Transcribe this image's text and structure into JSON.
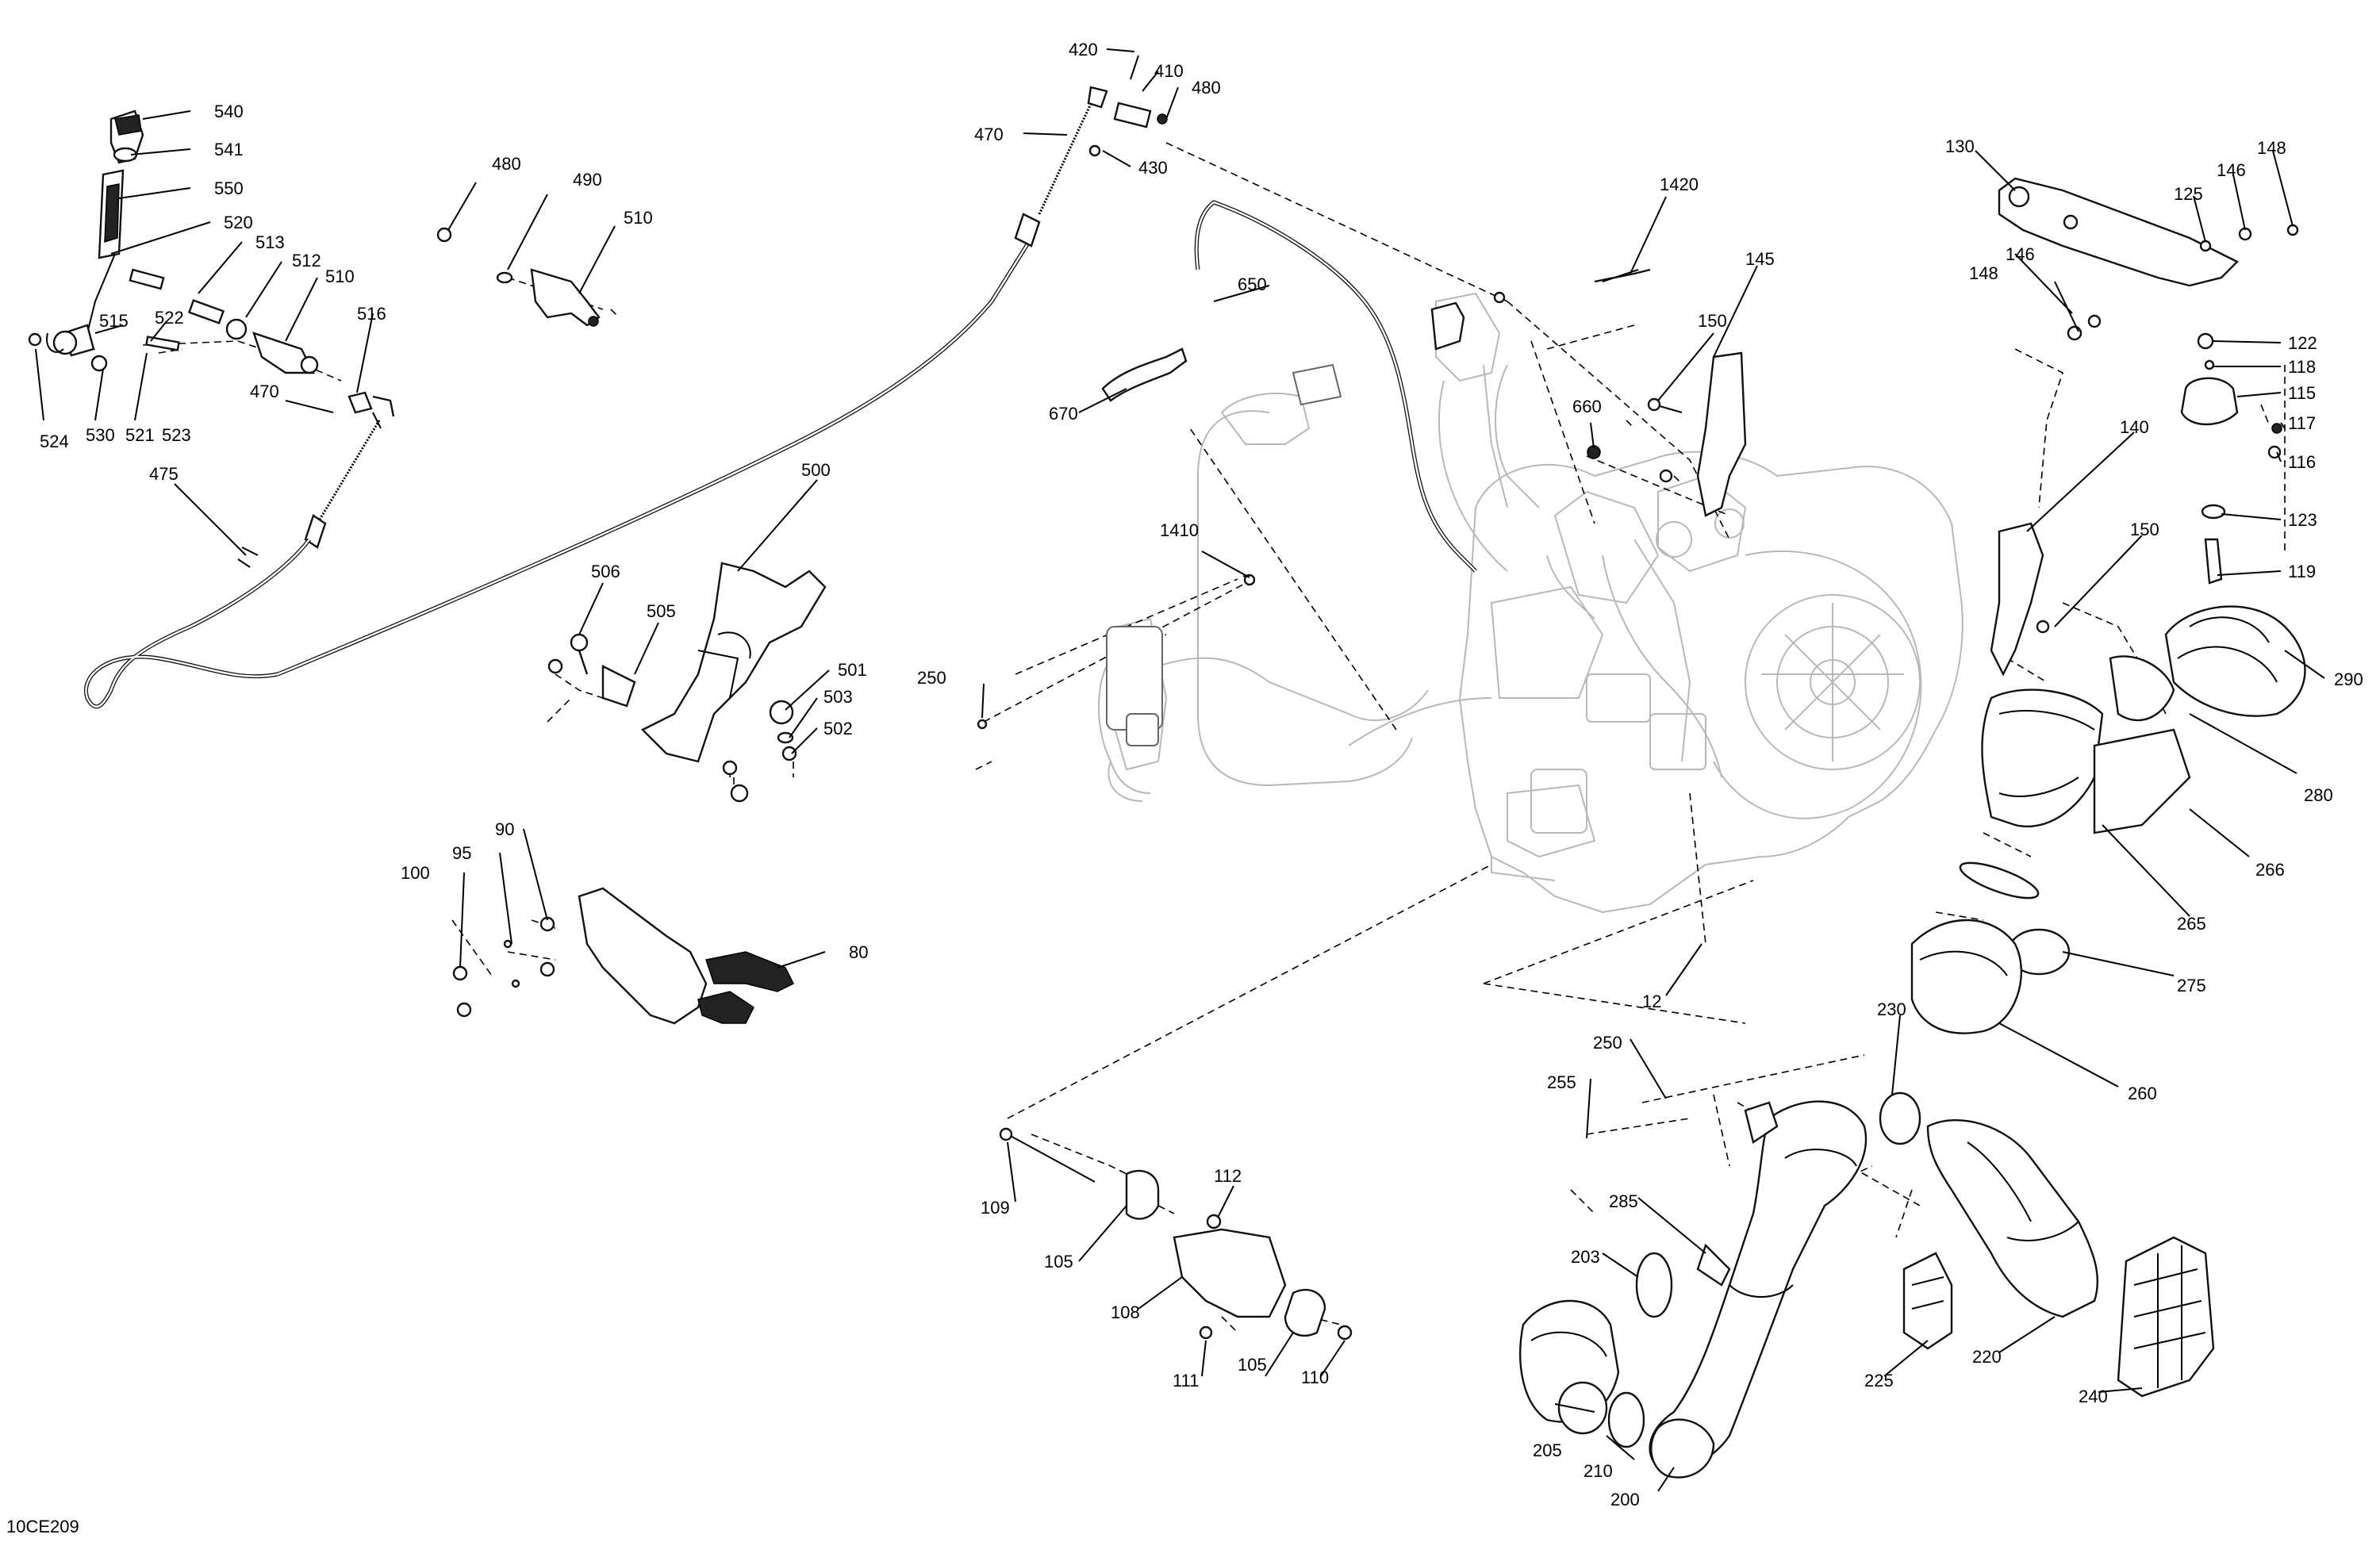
{
  "diagram_code": "10CE209",
  "callouts": [
    {
      "id": "c540",
      "label": "540"
    },
    {
      "id": "c541",
      "label": "541"
    },
    {
      "id": "c550",
      "label": "550"
    },
    {
      "id": "c520",
      "label": "520"
    },
    {
      "id": "c513",
      "label": "513"
    },
    {
      "id": "c512",
      "label": "512"
    },
    {
      "id": "c510a",
      "label": "510"
    },
    {
      "id": "c515",
      "label": "515"
    },
    {
      "id": "c522",
      "label": "522"
    },
    {
      "id": "c524",
      "label": "524"
    },
    {
      "id": "c530",
      "label": "530"
    },
    {
      "id": "c521",
      "label": "521"
    },
    {
      "id": "c523",
      "label": "523"
    },
    {
      "id": "c516",
      "label": "516"
    },
    {
      "id": "c470a",
      "label": "470"
    },
    {
      "id": "c475",
      "label": "475"
    },
    {
      "id": "c480a",
      "label": "480"
    },
    {
      "id": "c490",
      "label": "490"
    },
    {
      "id": "c510b",
      "label": "510"
    },
    {
      "id": "c420",
      "label": "420"
    },
    {
      "id": "c410",
      "label": "410"
    },
    {
      "id": "c480b",
      "label": "480"
    },
    {
      "id": "c470b",
      "label": "470"
    },
    {
      "id": "c430",
      "label": "430"
    },
    {
      "id": "c650",
      "label": "650"
    },
    {
      "id": "c670",
      "label": "670"
    },
    {
      "id": "c500",
      "label": "500"
    },
    {
      "id": "c506",
      "label": "506"
    },
    {
      "id": "c505",
      "label": "505"
    },
    {
      "id": "c501",
      "label": "501"
    },
    {
      "id": "c503",
      "label": "503"
    },
    {
      "id": "c502",
      "label": "502"
    },
    {
      "id": "c1410",
      "label": "1410"
    },
    {
      "id": "c250a",
      "label": "250"
    },
    {
      "id": "c1420",
      "label": "1420"
    },
    {
      "id": "c145",
      "label": "145"
    },
    {
      "id": "c150a",
      "label": "150"
    },
    {
      "id": "c660",
      "label": "660"
    },
    {
      "id": "c130",
      "label": "130"
    },
    {
      "id": "c125",
      "label": "125"
    },
    {
      "id": "c146a",
      "label": "146"
    },
    {
      "id": "c148a",
      "label": "148"
    },
    {
      "id": "c146b",
      "label": "146"
    },
    {
      "id": "c148b",
      "label": "148"
    },
    {
      "id": "c122",
      "label": "122"
    },
    {
      "id": "c118",
      "label": "118"
    },
    {
      "id": "c115",
      "label": "115"
    },
    {
      "id": "c117",
      "label": "117"
    },
    {
      "id": "c116",
      "label": "116"
    },
    {
      "id": "c140",
      "label": "140"
    },
    {
      "id": "c150b",
      "label": "150"
    },
    {
      "id": "c123",
      "label": "123"
    },
    {
      "id": "c119",
      "label": "119"
    },
    {
      "id": "c290",
      "label": "290"
    },
    {
      "id": "c280",
      "label": "280"
    },
    {
      "id": "c266",
      "label": "266"
    },
    {
      "id": "c265",
      "label": "265"
    },
    {
      "id": "c275",
      "label": "275"
    },
    {
      "id": "c260",
      "label": "260"
    },
    {
      "id": "c12",
      "label": "12"
    },
    {
      "id": "c100",
      "label": "100"
    },
    {
      "id": "c95",
      "label": "95"
    },
    {
      "id": "c90",
      "label": "90"
    },
    {
      "id": "c80",
      "label": "80"
    },
    {
      "id": "c230",
      "label": "230"
    },
    {
      "id": "c250b",
      "label": "250"
    },
    {
      "id": "c255",
      "label": "255"
    },
    {
      "id": "c285",
      "label": "285"
    },
    {
      "id": "c203",
      "label": "203"
    },
    {
      "id": "c205",
      "label": "205"
    },
    {
      "id": "c210",
      "label": "210"
    },
    {
      "id": "c200",
      "label": "200"
    },
    {
      "id": "c225",
      "label": "225"
    },
    {
      "id": "c220",
      "label": "220"
    },
    {
      "id": "c240",
      "label": "240"
    },
    {
      "id": "c109",
      "label": "109"
    },
    {
      "id": "c112",
      "label": "112"
    },
    {
      "id": "c105a",
      "label": "105"
    },
    {
      "id": "c108",
      "label": "108"
    },
    {
      "id": "c111",
      "label": "111"
    },
    {
      "id": "c105b",
      "label": "105"
    },
    {
      "id": "c110",
      "label": "110"
    }
  ]
}
